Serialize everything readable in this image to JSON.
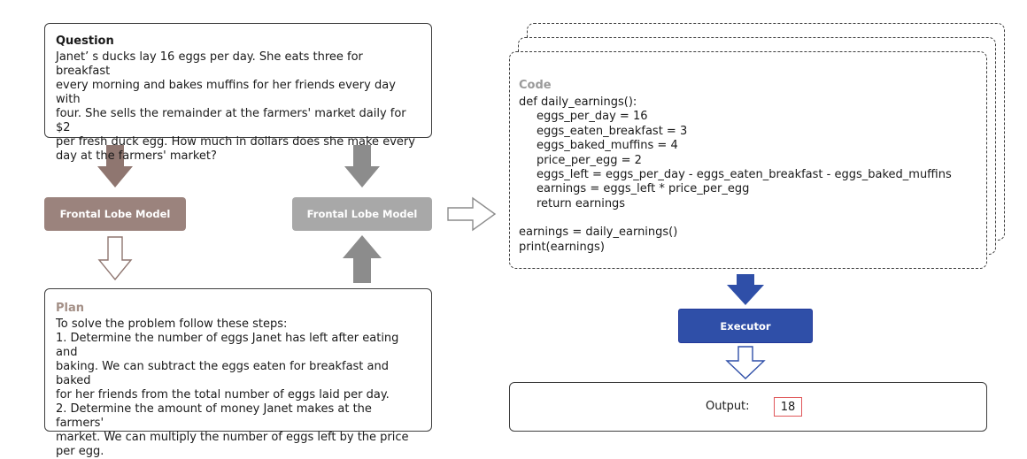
{
  "question": {
    "title": "Question",
    "lines": [
      "Janet’ s ducks lay 16 eggs per day. She eats three for breakfast",
      "every morning and bakes muffins for her friends every day with",
      "four. She sells the remainder at the farmers' market daily for $2",
      "per fresh duck egg. How much in dollars does she make every",
      "day at the farmers' market?"
    ]
  },
  "models": {
    "left_label": "Frontal Lobe Model",
    "right_label": "Frontal Lobe Model"
  },
  "plan": {
    "title": "Plan",
    "lines": [
      "To solve the problem follow these steps:",
      "1. Determine the number of eggs Janet has left after eating and",
      "baking. We can subtract the eggs eaten for breakfast and baked",
      "for her friends from the total number of eggs laid per day.",
      "2. Determine the amount of money Janet makes at the farmers'",
      "market. We can multiply the number of eggs left by the price",
      "per egg."
    ]
  },
  "code": {
    "title": "Code",
    "def_line": "def daily_earnings():",
    "body": [
      "eggs_per_day = 16",
      "eggs_eaten_breakfast = 3",
      "eggs_baked_muffins = 4",
      "price_per_egg = 2",
      "eggs_left = eggs_per_day - eggs_eaten_breakfast - eggs_baked_muffins",
      "earnings = eggs_left * price_per_egg",
      "return earnings"
    ],
    "tail": [
      "earnings = daily_earnings()",
      "print(earnings)"
    ]
  },
  "executor": {
    "label": "Executor"
  },
  "output": {
    "label": "Output:",
    "value": "18"
  },
  "colors": {
    "left_arrow": "#8f7670",
    "gray_arrow": "#8c8c8c",
    "blue_arrow": "#2f4fa8",
    "value_border": "#e0575a"
  }
}
